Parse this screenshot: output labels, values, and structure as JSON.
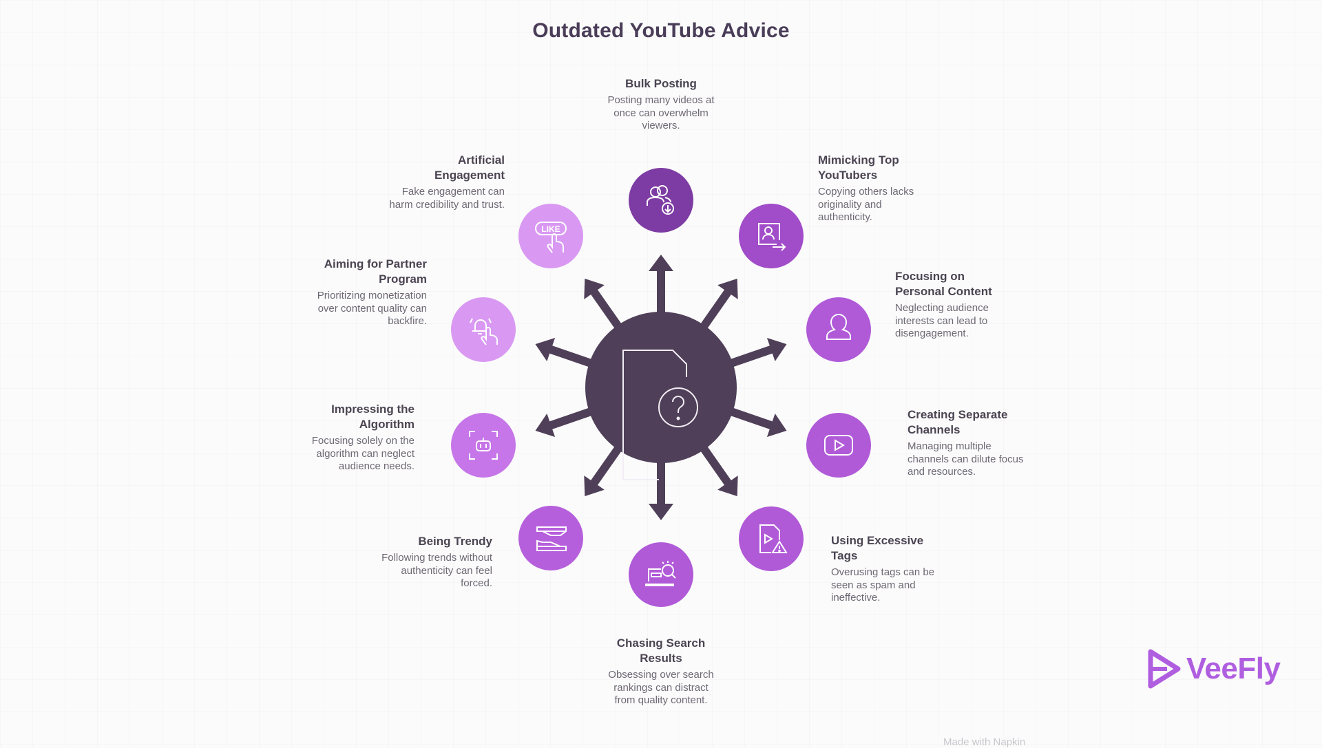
{
  "title": "Outdated YouTube Advice",
  "hub": {
    "icon": "document-question-icon",
    "color": "#4f3f58"
  },
  "nodes": [
    {
      "heading": "Bulk Posting",
      "description": "Posting many videos at once can overwhelm viewers.",
      "icon": "users-download-icon",
      "color": "#7d3ca3"
    },
    {
      "heading": "Mimicking Top YouTubers",
      "description": "Copying others lacks originality and authenticity.",
      "icon": "profile-share-icon",
      "color": "#a14cc8"
    },
    {
      "heading": "Focusing on Personal Content",
      "description": "Neglecting audience interests can lead to disengagement.",
      "icon": "person-icon",
      "color": "#b05ad8"
    },
    {
      "heading": "Creating Separate Channels",
      "description": "Managing multiple channels can dilute focus and resources.",
      "icon": "video-play-icon",
      "color": "#b05ad8"
    },
    {
      "heading": "Using Excessive Tags",
      "description": "Overusing tags can be seen as spam and ineffective.",
      "icon": "file-video-warning-icon",
      "color": "#b05ad8"
    },
    {
      "heading": "Chasing Search Results",
      "description": "Obsessing over search rankings can distract from quality content.",
      "icon": "laptop-search-icon",
      "color": "#b05ad8"
    },
    {
      "heading": "Being Trendy",
      "description": "Following trends without authenticity can feel forced.",
      "icon": "sneakers-icon",
      "color": "#b65fdc"
    },
    {
      "heading": "Impressing the Algorithm",
      "description": "Focusing solely on the algorithm can neglect audience needs.",
      "icon": "robot-scan-icon",
      "color": "#c676e8"
    },
    {
      "heading": "Aiming for Partner Program",
      "description": "Prioritizing monetization over content quality can backfire.",
      "icon": "bell-tap-icon",
      "color": "#d999f2"
    },
    {
      "heading": "Artificial Engagement",
      "description": "Fake engagement can harm credibility and trust.",
      "icon": "like-tap-icon",
      "color": "#d999f2"
    }
  ],
  "brand": {
    "name": "VeeFly",
    "color": "#b05ee0"
  },
  "credit": "Made with Napkin"
}
